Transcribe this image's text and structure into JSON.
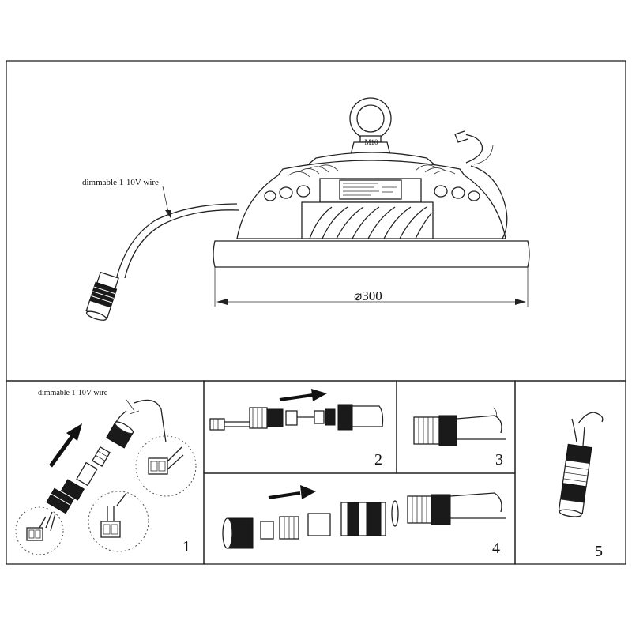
{
  "main_view": {
    "wire_label": "dimmable 1-10V wire",
    "eyebolt_label": "M10",
    "diameter_label": "⌀300"
  },
  "steps": [
    {
      "number": "1",
      "wire_label": "dimmable 1-10V wire"
    },
    {
      "number": "2"
    },
    {
      "number": "3"
    },
    {
      "number": "4"
    },
    {
      "number": "5"
    }
  ]
}
